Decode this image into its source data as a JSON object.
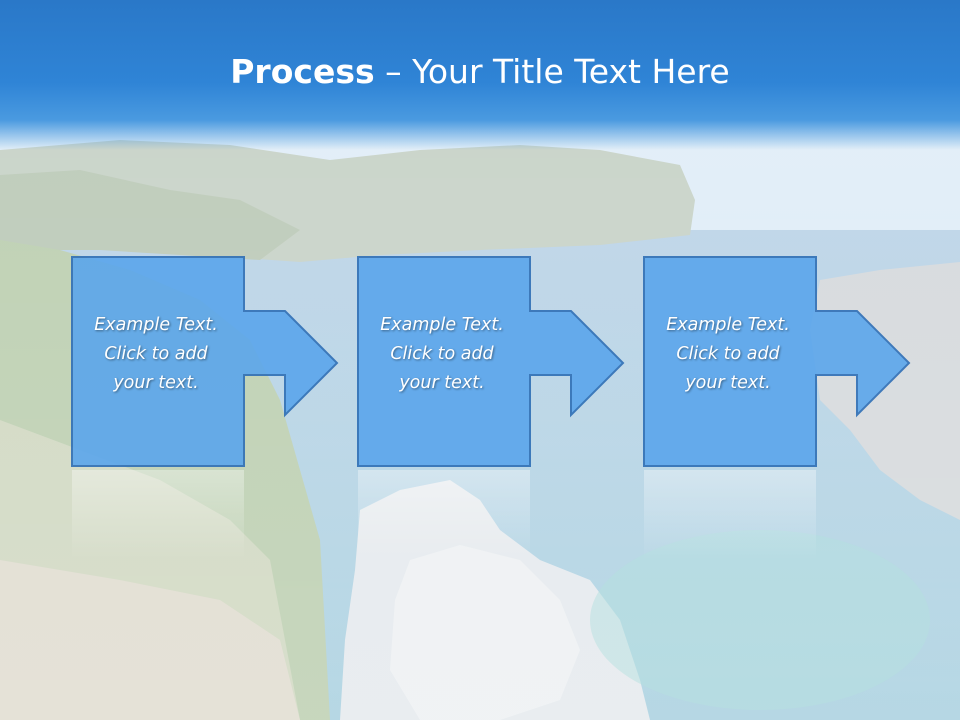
{
  "slide": {
    "title_bold": "Process",
    "title_rest": " – Your Title Text Here",
    "background_image": "coastal-bay-landscape",
    "colors": {
      "title_bar": "#2f84d6",
      "box_fill": "#5ba6ec",
      "box_stroke": "#2f6fb6",
      "text": "#ffffff"
    }
  },
  "steps": [
    {
      "line1": "Example Text.",
      "line2": "Click  to add",
      "line3": "your text."
    },
    {
      "line1": "Example Text.",
      "line2": "Click  to add",
      "line3": "your text."
    },
    {
      "line1": "Example Text.",
      "line2": "Click  to add",
      "line3": "your text."
    }
  ]
}
